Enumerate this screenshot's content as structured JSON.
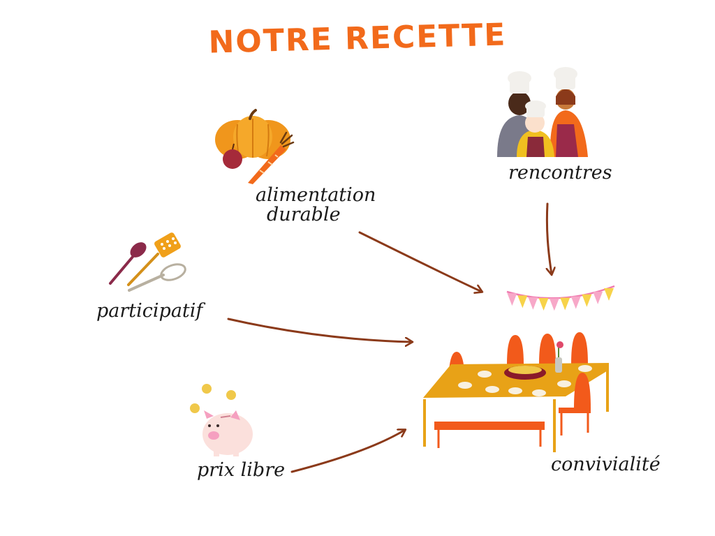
{
  "title": "NOTRE RECETTE",
  "labels": {
    "alimentation_line1": "alimentation",
    "alimentation_line2": "durable",
    "participatif": "participatif",
    "prix_libre": "prix libre",
    "rencontres": "rencontres",
    "convivialite": "convivialité"
  },
  "colors": {
    "title": "#f26a1b",
    "arrow": "#8b3a1a",
    "text": "#1a1a1a",
    "pumpkin": "#f0961c",
    "carrot": "#f26a1b",
    "table": "#e8a217",
    "chair": "#f25a1b",
    "bunting_pink": "#f7a8c8",
    "bunting_yellow": "#f7d34a"
  },
  "icons": [
    "pumpkin-carrot-icon",
    "utensils-icon",
    "piggy-bank-icon",
    "chefs-icon",
    "bunting-icon",
    "dining-table-icon"
  ]
}
